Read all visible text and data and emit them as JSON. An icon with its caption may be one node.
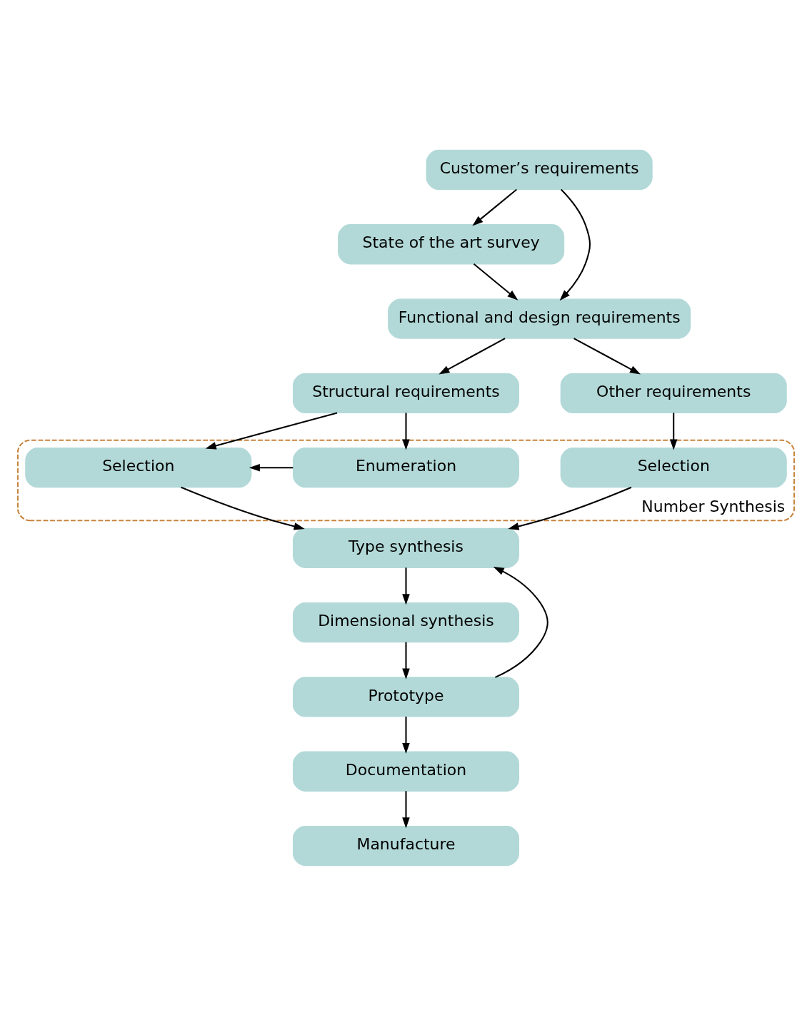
{
  "diagram": {
    "nodes": [
      {
        "text": [
          "Customer’s requirements"
        ]
      },
      {
        "text": [
          "State of the art survey"
        ]
      },
      {
        "text": [
          "Functional and design requirements"
        ]
      },
      {
        "text": [
          "Structural requirements"
        ]
      },
      {
        "text": [
          "Other requirements"
        ]
      },
      {
        "text": [
          "Number Synthesis"
        ]
      },
      {
        "text": [
          "Enumeration"
        ],
        "in": 5
      },
      {
        "text": [
          "Selection"
        ],
        "in": 5
      },
      {
        "text": [
          "Selection"
        ],
        "in": 5
      },
      {
        "text": [
          "Type synthesis"
        ]
      },
      {
        "text": [
          "Dimensional synthesis"
        ]
      },
      {
        "text": [
          "Prototype"
        ]
      },
      {
        "text": [
          "Documentation"
        ]
      },
      {
        "text": [
          "Manufacture"
        ]
      }
    ],
    "edges": [
      {
        "from": 0,
        "to": 2,
        "arrow": "to"
      },
      {
        "from": 0,
        "to": 1,
        "arrow": "to"
      },
      {
        "from": 1,
        "to": 2,
        "arrow": "to"
      },
      {
        "from": 2,
        "to": 3,
        "arrow": "to"
      },
      {
        "from": 2,
        "to": 4,
        "arrow": "to"
      },
      {
        "from": 3,
        "to": 6,
        "arrow": "to"
      },
      {
        "from": 3,
        "to": 7,
        "arrow": "to"
      },
      {
        "from": 6,
        "to": 7,
        "arrow": "to"
      },
      {
        "from": 4,
        "to": 8,
        "arrow": "to"
      },
      {
        "from": 7,
        "to": 9,
        "arrow": "to"
      },
      {
        "from": 8,
        "to": 9,
        "arrow": "to"
      },
      {
        "from": 11,
        "to": 9,
        "arrow": "to"
      },
      {
        "from": 9,
        "to": 10,
        "arrow": "to"
      },
      {
        "from": 10,
        "to": 11,
        "arrow": "to"
      },
      {
        "from": 11,
        "to": 12,
        "arrow": "to"
      },
      {
        "from": 12,
        "to": 13,
        "arrow": "to"
      }
    ]
  }
}
